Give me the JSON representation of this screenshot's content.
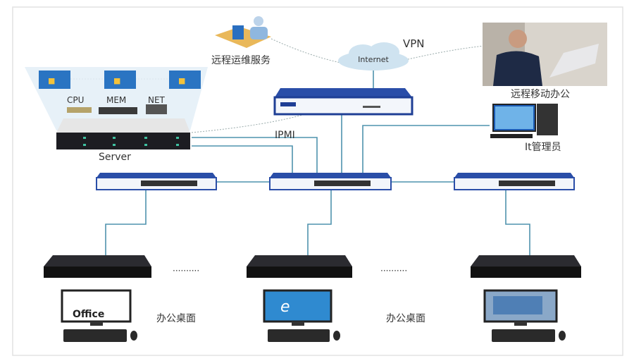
{
  "labels": {
    "remote_service": "远程运维服务",
    "internet": "Internet",
    "vpn": "VPN",
    "remote_mobile": "远程移动办公",
    "it_admin": "It管理员",
    "ipmi": "IPMI",
    "server": "Server",
    "cpu": "CPU",
    "mem": "MEM",
    "net": "NET",
    "desktop_left": "办公桌面",
    "desktop_right": "办公桌面",
    "dots": "··········",
    "office": "Office"
  },
  "colors": {
    "link": "#4f93ad",
    "device_blue": "#1f3f95",
    "cloud": "#cfe3f0",
    "monitor_screen": "#2f8ad0"
  }
}
